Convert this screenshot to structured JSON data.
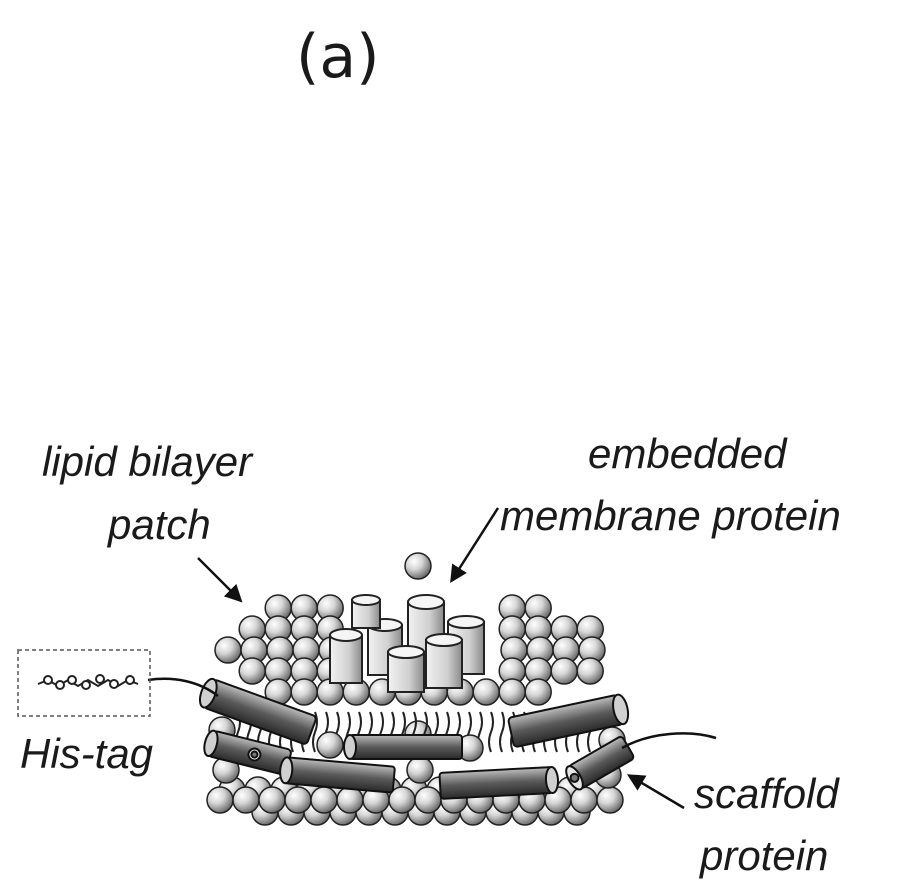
{
  "figure": {
    "panel_label": "(a)",
    "labels": {
      "lipid_bilayer_line1": "lipid bilayer",
      "lipid_bilayer_line2": "patch",
      "membrane_protein_line1": "embedded",
      "membrane_protein_line2": "membrane protein",
      "his_tag": "His-tag",
      "scaffold_line1": "scaffold",
      "scaffold_line2": "protein"
    }
  }
}
